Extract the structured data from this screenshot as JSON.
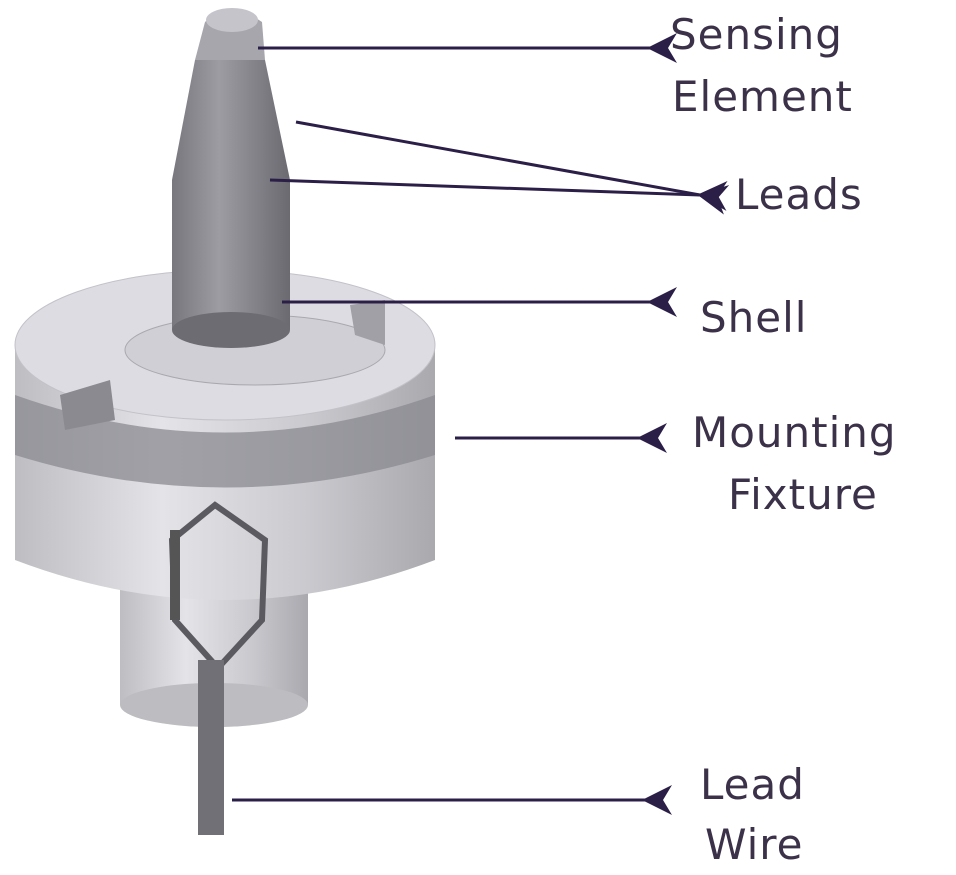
{
  "colors": {
    "label_text": "#3b3149",
    "arrow": "#2b1f48",
    "metal_light": "#d9d9de",
    "metal_mid": "#b4b4ba",
    "metal_dark": "#7a7a80"
  },
  "labels": {
    "sensing_element": [
      "Sensing",
      "Element"
    ],
    "leads": "Leads",
    "shell": "Shell",
    "mounting_fixture": [
      "Mounting",
      "Fixture"
    ],
    "lead_wire": [
      "Lead",
      "Wire"
    ]
  }
}
